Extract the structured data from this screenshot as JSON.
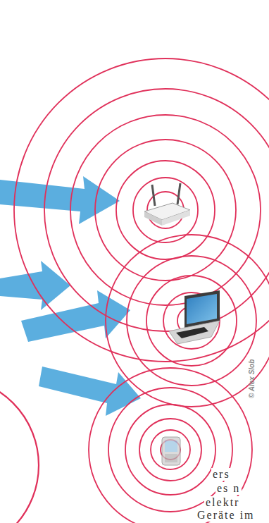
{
  "diagram": {
    "labels": [
      "© Alex Slob",
      "ers",
      "es n",
      "elektr",
      "Geräte im"
    ]
  }
}
